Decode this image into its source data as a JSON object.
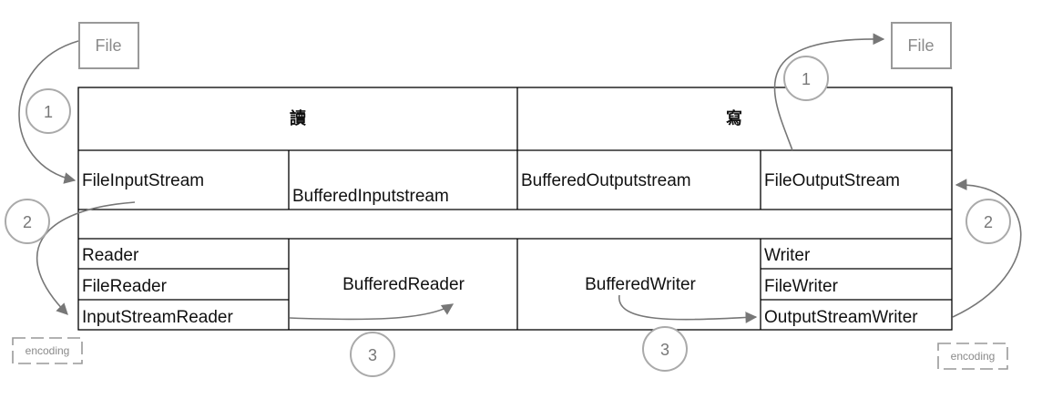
{
  "header": {
    "read_label": "讀",
    "write_label": "寫"
  },
  "files": {
    "input_label": "File",
    "output_label": "File"
  },
  "encoding": {
    "left_label": "encoding",
    "right_label": "encoding"
  },
  "read_side": {
    "file_input_stream": "FileInputStream",
    "buffered_input_stream": "BufferedInputstream",
    "reader": "Reader",
    "file_reader": "FileReader",
    "input_stream_reader": "InputStreamReader",
    "buffered_reader": "BufferedReader"
  },
  "write_side": {
    "buffered_output_stream": "BufferedOutputstream",
    "file_output_stream": "FileOutputStream",
    "writer": "Writer",
    "file_writer": "FileWriter",
    "output_stream_writer": "OutputStreamWriter",
    "buffered_writer": "BufferedWriter"
  },
  "steps": {
    "left_1": "1",
    "left_2": "2",
    "left_3": "3",
    "right_1": "1",
    "right_2": "2",
    "right_3": "3"
  },
  "colors": {
    "border": "#000000",
    "muted": "#8a8a8a",
    "arrow": "#777777"
  }
}
